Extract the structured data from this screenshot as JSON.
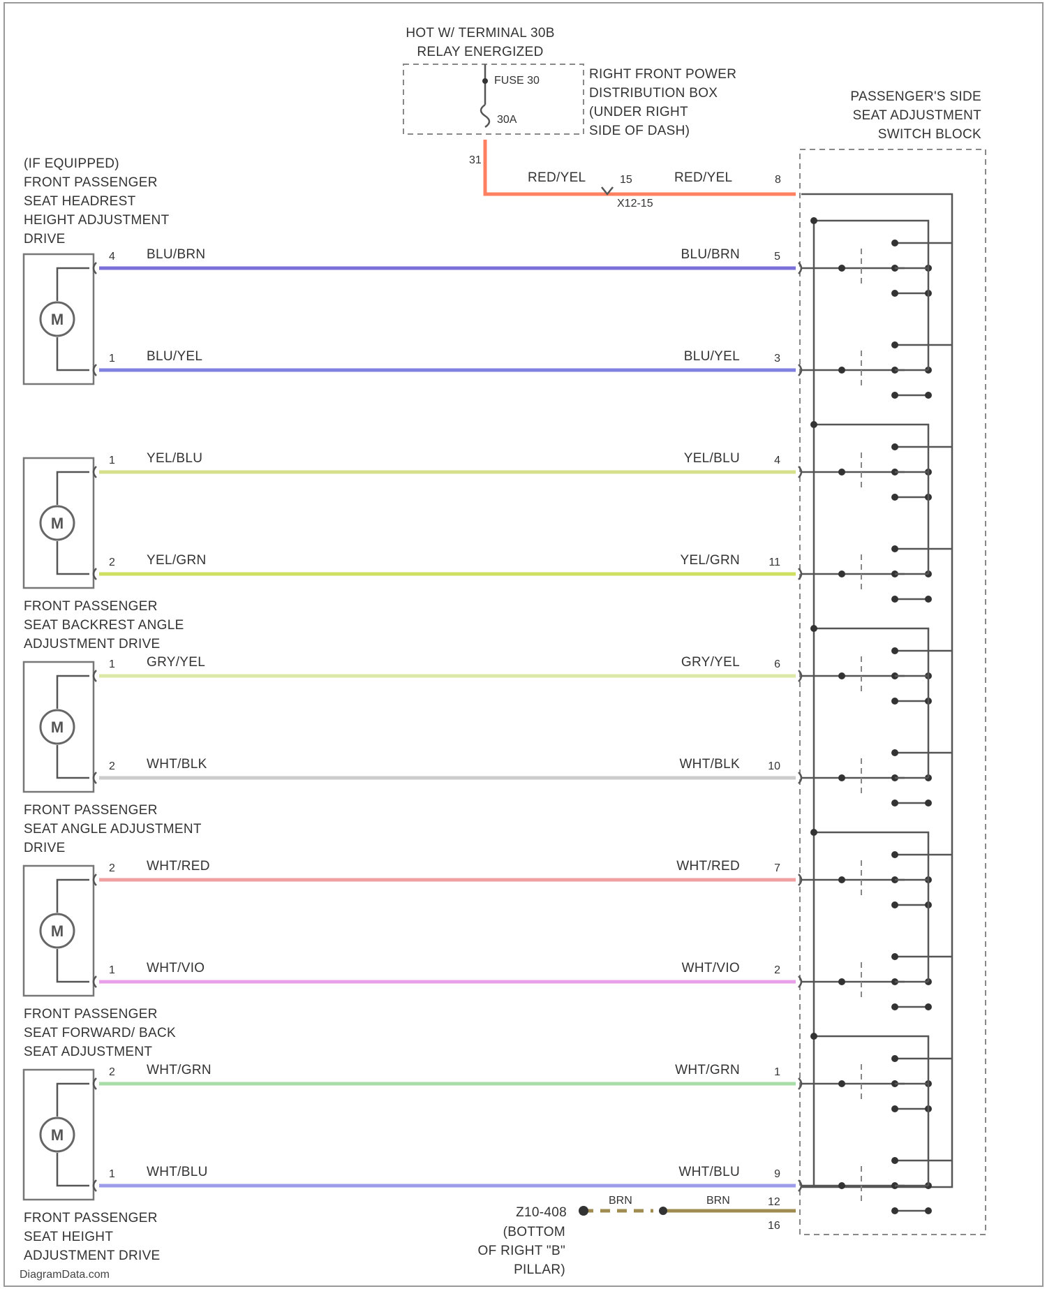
{
  "power": {
    "hot_line1": "HOT W/ TERMINAL 30B",
    "hot_line2": "RELAY ENERGIZED",
    "fuse_label": "FUSE 30",
    "fuse_rating": "30A",
    "dist_box": [
      "RIGHT FRONT POWER",
      "DISTRIBUTION BOX",
      "(UNDER RIGHT",
      "SIDE OF DASH)"
    ],
    "fuse_pin": "31",
    "wire_color_left": "RED/YEL",
    "wire_color_right": "RED/YEL",
    "connector_pin": "15",
    "connector_id": "X12-15",
    "switch_pin": "8"
  },
  "switch_block": [
    "PASSENGER'S SIDE",
    "SEAT ADJUSTMENT",
    "SWITCH BLOCK"
  ],
  "motors": [
    {
      "label": [
        "(IF EQUIPPED)",
        "FRONT PASSENGER",
        "SEAT HEADREST",
        "HEIGHT ADJUSTMENT",
        "DRIVE"
      ],
      "label_pos": "above",
      "wires": [
        {
          "motor_pin": "4",
          "color_name": "BLU/BRN",
          "switch_pin": "5",
          "hex": "#7b6fd8"
        },
        {
          "motor_pin": "1",
          "color_name": "BLU/YEL",
          "switch_pin": "3",
          "hex": "#8080e0"
        }
      ]
    },
    {
      "label": [
        "FRONT PASSENGER",
        "SEAT BACKREST ANGLE",
        "ADJUSTMENT DRIVE"
      ],
      "label_pos": "below",
      "wires": [
        {
          "motor_pin": "1",
          "color_name": "YEL/BLU",
          "switch_pin": "4",
          "hex": "#d6e08a"
        },
        {
          "motor_pin": "2",
          "color_name": "YEL/GRN",
          "switch_pin": "11",
          "hex": "#cfe060"
        }
      ]
    },
    {
      "label": [
        "FRONT PASSENGER",
        "SEAT ANGLE ADJUSTMENT",
        "DRIVE"
      ],
      "label_pos": "below",
      "wires": [
        {
          "motor_pin": "1",
          "color_name": "GRY/YEL",
          "switch_pin": "6",
          "hex": "#dce8a8"
        },
        {
          "motor_pin": "2",
          "color_name": "WHT/BLK",
          "switch_pin": "10",
          "hex": "#cccccc"
        }
      ]
    },
    {
      "label": [
        "FRONT PASSENGER",
        "SEAT FORWARD/ BACK",
        "SEAT ADJUSTMENT"
      ],
      "label_pos": "below",
      "wires": [
        {
          "motor_pin": "2",
          "color_name": "WHT/RED",
          "switch_pin": "7",
          "hex": "#f0a0a0"
        },
        {
          "motor_pin": "1",
          "color_name": "WHT/VIO",
          "switch_pin": "2",
          "hex": "#e8a0e8"
        }
      ]
    },
    {
      "label": [
        "FRONT PASSENGER",
        "SEAT HEIGHT",
        "ADJUSTMENT DRIVE"
      ],
      "label_pos": "below",
      "wires": [
        {
          "motor_pin": "2",
          "color_name": "WHT/GRN",
          "switch_pin": "1",
          "hex": "#a8dca8"
        },
        {
          "motor_pin": "1",
          "color_name": "WHT/BLU",
          "switch_pin": "9",
          "hex": "#9c9cea"
        }
      ]
    }
  ],
  "ground": {
    "id": "Z10-408",
    "location": [
      "(BOTTOM",
      "OF RIGHT \"B\"",
      "PILLAR)"
    ],
    "wire_left": "BRN",
    "wire_right": "BRN",
    "switch_pin": "12",
    "pin_below": "16",
    "hex": "#a08c50"
  },
  "motor_symbol": "M",
  "watermark": "DiagramData.com"
}
